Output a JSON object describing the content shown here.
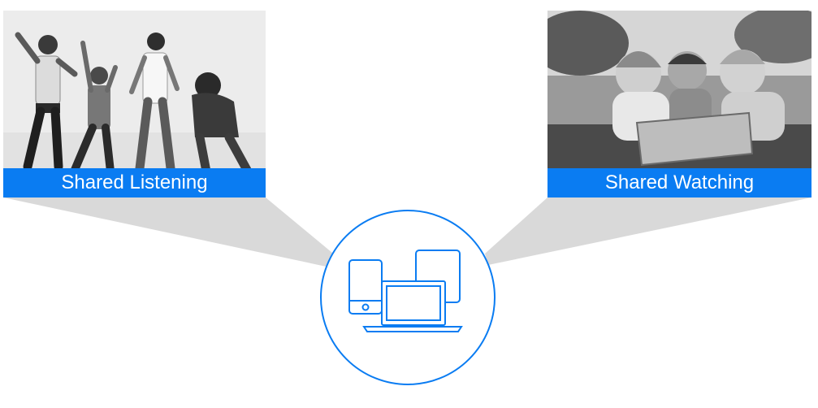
{
  "panels": {
    "left": {
      "caption": "Shared Listening",
      "photo": "people-dancing-with-headphones-photo"
    },
    "right": {
      "caption": "Shared Watching",
      "photo": "kids-watching-tablet-with-headphones-photo"
    }
  },
  "hub": {
    "icon": "multi-device-icon"
  },
  "colors": {
    "accent": "#0a7cf2",
    "beam": "#d9d9d9",
    "photo_bg": "#eeeeee",
    "photo_dark": "#1f1f1f"
  }
}
